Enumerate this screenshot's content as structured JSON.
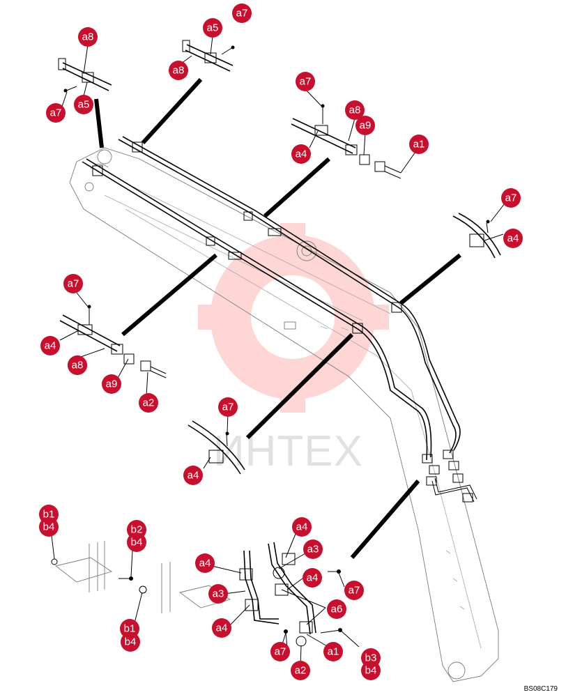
{
  "watermark": {
    "text": "ИНТЕХ",
    "color": "#ff4a4a"
  },
  "drawing_code": "BS08C179",
  "callout_color": "#c8102e",
  "callouts": [
    {
      "id": "c01",
      "label": "a8"
    },
    {
      "id": "c02",
      "label": "a5"
    },
    {
      "id": "c03",
      "label": "a7"
    },
    {
      "id": "c04",
      "label": "a8"
    },
    {
      "id": "c05",
      "label": "a7"
    },
    {
      "id": "c06",
      "label": "a5"
    },
    {
      "id": "c07",
      "label": "a8"
    },
    {
      "id": "c08",
      "label": "a7"
    },
    {
      "id": "c09",
      "label": "a8"
    },
    {
      "id": "c10",
      "label": "a9"
    },
    {
      "id": "c11",
      "label": "a1"
    },
    {
      "id": "c12",
      "label": "a4"
    },
    {
      "id": "c13",
      "label": "a7"
    },
    {
      "id": "c14",
      "label": "a4"
    },
    {
      "id": "c15",
      "label": "a7"
    },
    {
      "id": "c16",
      "label": "a4"
    },
    {
      "id": "c17",
      "label": "a8"
    },
    {
      "id": "c18",
      "label": "a9"
    },
    {
      "id": "c19",
      "label": "a2"
    },
    {
      "id": "c20",
      "label": "a7"
    },
    {
      "id": "c21",
      "label": "a4"
    },
    {
      "id": "c22",
      "label": "b1"
    },
    {
      "id": "c23",
      "label": "b4"
    },
    {
      "id": "c24",
      "label": "b2"
    },
    {
      "id": "c25",
      "label": "b4"
    },
    {
      "id": "c26",
      "label": "b1"
    },
    {
      "id": "c27",
      "label": "b4"
    },
    {
      "id": "c28",
      "label": "a4"
    },
    {
      "id": "c29",
      "label": "a3"
    },
    {
      "id": "c30",
      "label": "a4"
    },
    {
      "id": "c31",
      "label": "a4"
    },
    {
      "id": "c32",
      "label": "a7"
    },
    {
      "id": "c33",
      "label": "a3"
    },
    {
      "id": "c34",
      "label": "a6"
    },
    {
      "id": "c35",
      "label": "a4"
    },
    {
      "id": "c36",
      "label": "a1"
    },
    {
      "id": "c37",
      "label": "a7"
    },
    {
      "id": "c38",
      "label": "a2"
    },
    {
      "id": "c39",
      "label": "b3"
    },
    {
      "id": "c40",
      "label": "b4"
    }
  ]
}
